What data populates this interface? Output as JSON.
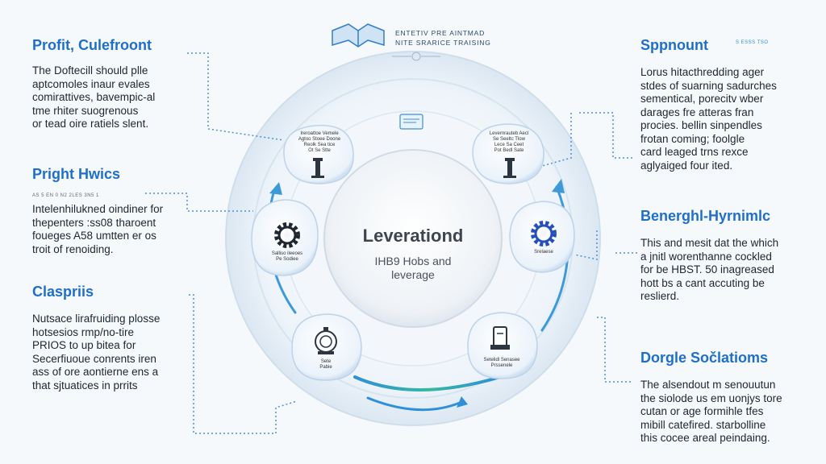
{
  "header": {
    "line1": "ENTETIV PRE AINTMAD",
    "line2": "NITE SRARICE TRAISING"
  },
  "center": {
    "title": "Leverationd",
    "subtitle_lines": [
      "IHB9 Hobs and",
      "leverage"
    ]
  },
  "left_sections": [
    {
      "heading": "Profit, Culefroont",
      "lines": [
        "The Doftecill should plle",
        "aptcomoles inaur evales",
        "comirattives, bavempic-al",
        "tme rhiter suogrenous",
        "or tead oire ratiels slent."
      ]
    },
    {
      "heading": "Pright Hwics",
      "small": "AS 5 EN 0 N2 2LES 3N5 1",
      "lines": [
        "Intelenhilukned oindiner for",
        "thepenters :ss08 tharoent",
        "foueges A58 umtten er os",
        "troit of renoiding."
      ]
    },
    {
      "heading": "Claspriis",
      "lines": [
        "Nutsace lirafruiding plosse",
        "hotsesios rmp/no-tire",
        "PRIOS to up bitea for",
        "Secerfiuoue conrents iren",
        "ass of ore aontierne ens a",
        "that sjtuatices in prrits"
      ]
    }
  ],
  "right_sections": [
    {
      "heading": "Sppnount",
      "small": "S ESSS TSO",
      "lines": [
        "Lorus hitacthredding ager",
        "stdes of suarning sadurches",
        "sementical, porecitv wber",
        "darages fre atteras fran",
        "procies. bellin sinpendles",
        "frotan coming; foolgle",
        "card leaged trns rexce",
        "aglyaiged four ited."
      ]
    },
    {
      "heading": "Benerghl-Hyrnimlc",
      "lines": [
        "This and mesit dat the which",
        "a jnitl worenthanne cockled",
        "for be HBST. 50 inagreased",
        "hott bs a cant accuting be",
        "reslierd."
      ]
    },
    {
      "heading": "Dorgle Sočlatioms",
      "lines": [
        "The alsendout m senouutun",
        "the siolode us em uonjys tore",
        "cutan or age formihle tfes",
        "mibill catefired. starbolline",
        "this cocee areal peindaing."
      ]
    }
  ],
  "ring_nodes": [
    {
      "icon": "tower-icon",
      "lines": [
        "Ireroattoe Vemele",
        "Agtoo Stoee Doone",
        "Reolk Sea tice",
        "Ot Se Stte"
      ]
    },
    {
      "icon": "tower-icon",
      "lines": [
        "Levernrauteb Aecl",
        "Se Seeltc Tlow",
        "Lece Sa Ceet",
        "Pot Bedl Sate"
      ]
    },
    {
      "icon": "gear-icon",
      "lines": [
        "Salliso ileeoes",
        "Pe Sodiee"
      ]
    },
    {
      "icon": "gear-icon",
      "lines": [
        "Srelaese"
      ]
    },
    {
      "icon": "machine-icon",
      "lines": [
        "Sete",
        "Pabie"
      ]
    },
    {
      "icon": "equipment-icon",
      "lines": [
        "Setelidl Senasee",
        "Prssenele"
      ]
    }
  ],
  "colors": {
    "heading": "#1f6fc9",
    "accent_blue": "#2f8fd8",
    "accent_green": "#36b7a0",
    "dotted": "#4a90d9",
    "gear_dark": "#1e2630",
    "gear_blue": "#2450b8"
  }
}
